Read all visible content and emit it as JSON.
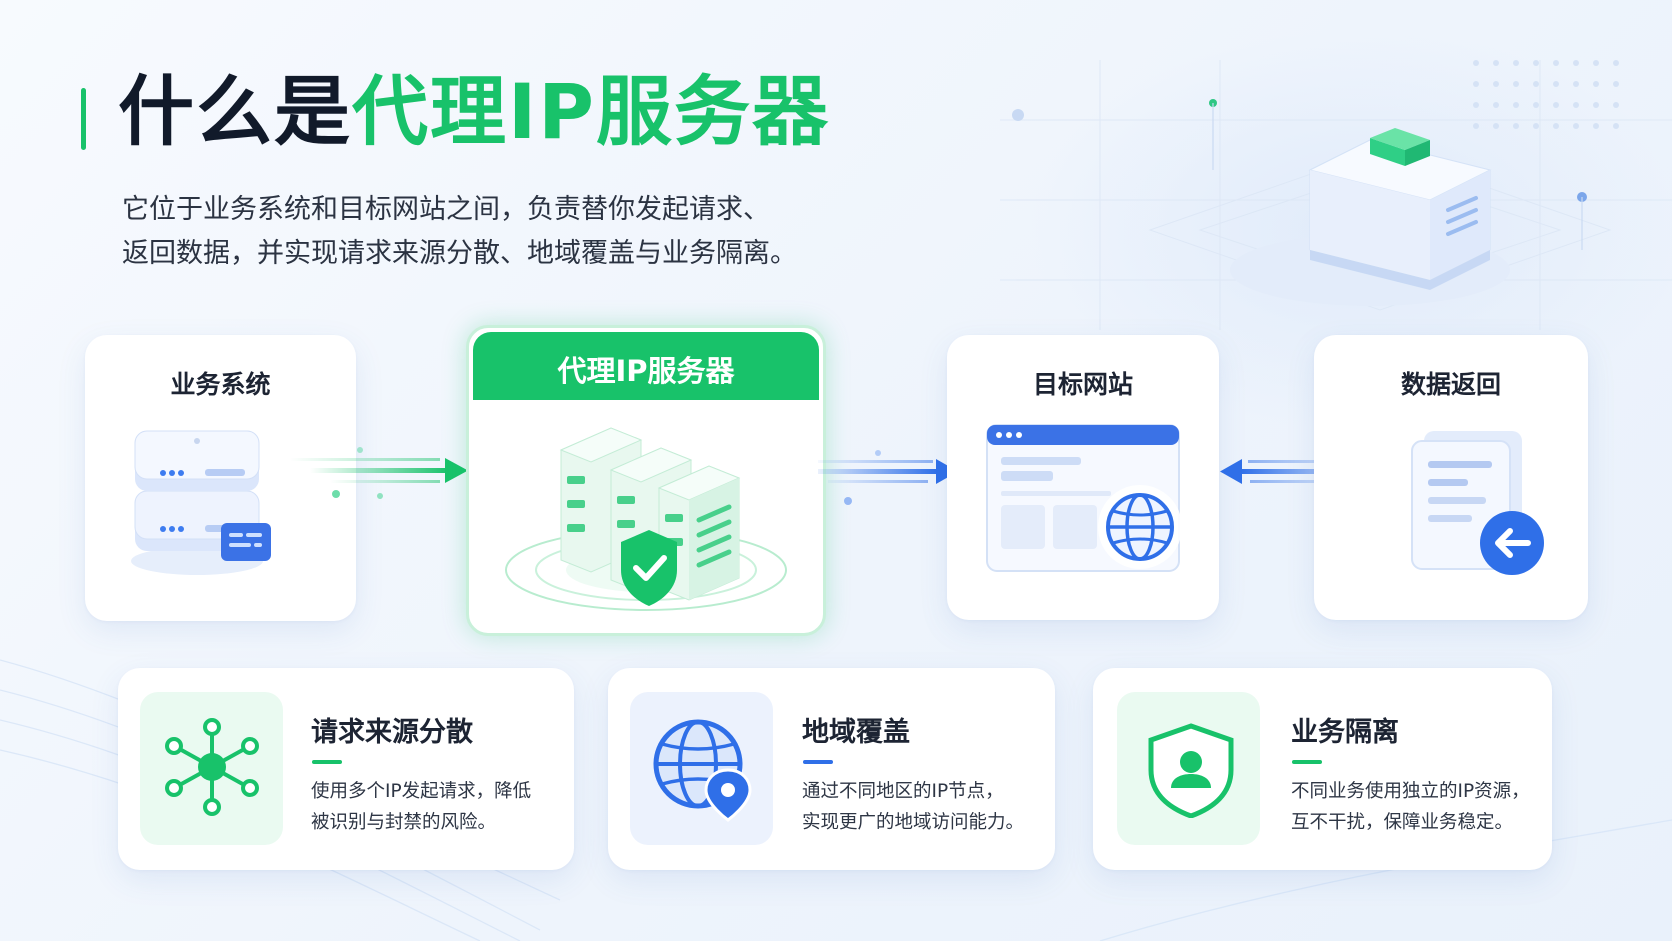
{
  "header": {
    "title_prefix": "什么是",
    "title_highlight": "代理IP服务器",
    "subtitle_line1": "它位于业务系统和目标网站之间，负责替你发起请求、",
    "subtitle_line2": "返回数据，并实现请求来源分散、地域覆盖与业务隔离。"
  },
  "flow": {
    "business_system": "业务系统",
    "proxy_server": "代理IP服务器",
    "target_site": "目标网站",
    "data_return": "数据返回"
  },
  "features": [
    {
      "title": "请求来源分散",
      "line1": "使用多个IP发起请求，降低",
      "line2": "被识别与封禁的风险。",
      "icon": "network-hub-icon"
    },
    {
      "title": "地域覆盖",
      "line1": "通过不同地区的IP节点，",
      "line2": "实现更广的地域访问能力。",
      "icon": "globe-location-icon"
    },
    {
      "title": "业务隔离",
      "line1": "不同业务使用独立的IP资源，",
      "line2": "互不干扰，保障业务稳定。",
      "icon": "shield-user-icon"
    }
  ],
  "colors": {
    "green": "#18c26a",
    "blue": "#2f6fe8",
    "dark": "#111a2a"
  }
}
